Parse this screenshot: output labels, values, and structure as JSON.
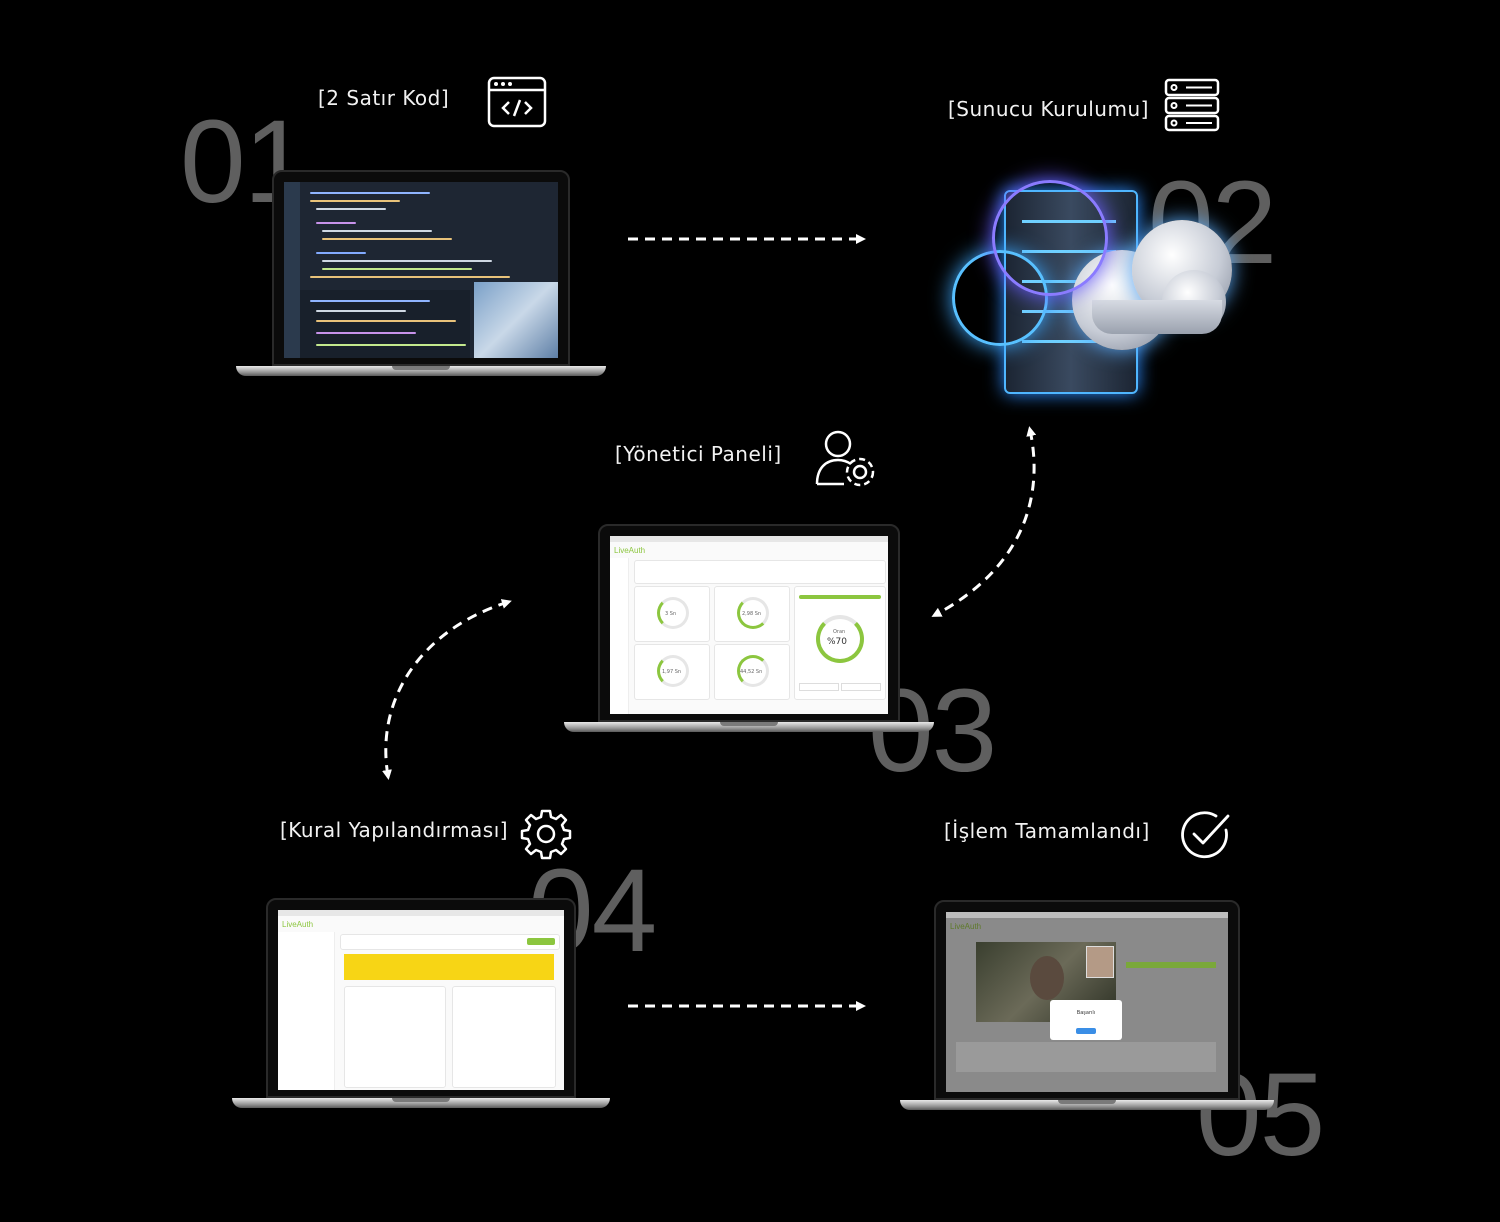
{
  "steps": [
    {
      "number": "01",
      "label": "[2 Satır Kod]",
      "icon": "code-window-icon"
    },
    {
      "number": "02",
      "label": "[Sunucu Kurulumu]",
      "icon": "server-icon"
    },
    {
      "number": "03",
      "label": "[Yönetici Paneli]",
      "icon": "user-settings-icon"
    },
    {
      "number": "04",
      "label": "[Kural Yapılandırması]",
      "icon": "gear-icon"
    },
    {
      "number": "05",
      "label": "[İşlem Tamamlandı]",
      "icon": "check-circle-icon"
    }
  ],
  "dashboard": {
    "logo": "LiveAuth",
    "gauges": [
      "3 Sn",
      "2,98 Sn",
      "1,97 Sn",
      "44,52 Sn"
    ],
    "ratio_label": "Oran",
    "ratio_value": "%70"
  },
  "config_screen": {
    "logo": "LiveAuth"
  },
  "done_screen": {
    "logo": "LiveAuth",
    "modal_title": "Başarılı"
  },
  "colors": {
    "background": "#000000",
    "number": "#5f5f5f",
    "accent": "#8cc63f",
    "cloud_glow": "#3fa9ff"
  }
}
